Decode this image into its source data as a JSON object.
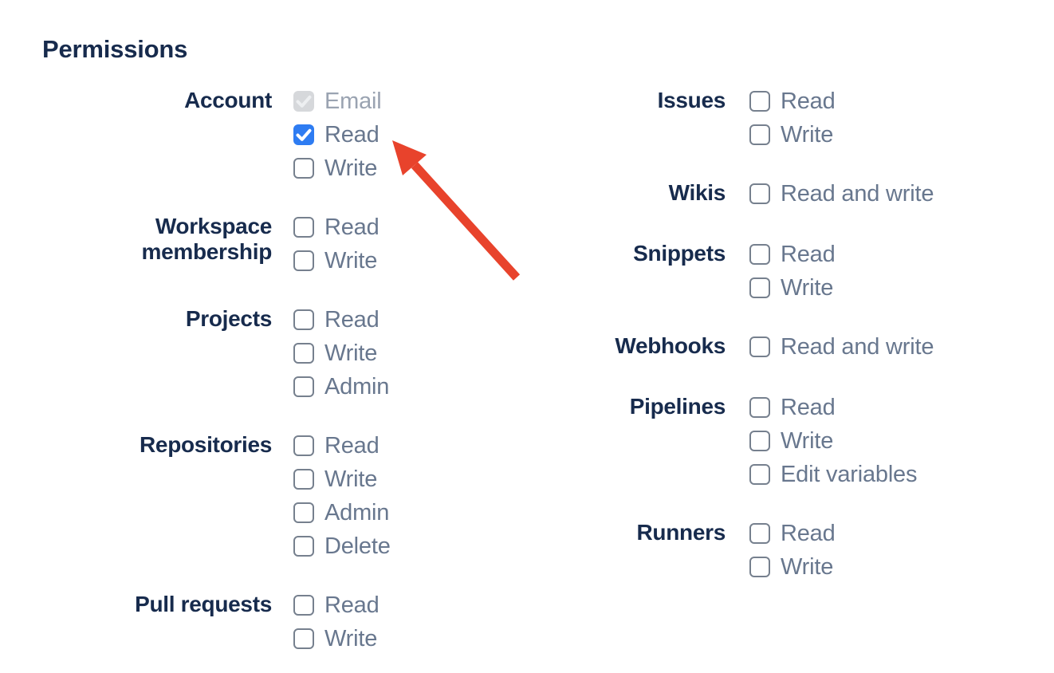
{
  "heading": "Permissions",
  "colors": {
    "background": "#FFFFFF",
    "heading_text": "#172B4D",
    "group_label_text": "#172B4D",
    "option_label_text": "#68778E",
    "disabled_label_text": "#9AA3B1",
    "checkbox_border": "#76808E",
    "checkbox_checked_bg": "#2E7CF2",
    "checkbox_check": "#FFFFFF",
    "checkbox_disabled_bg": "#D6D8DB",
    "checkbox_disabled_check": "#EDEFF1",
    "arrow": "#E8432C"
  },
  "columns": [
    {
      "side": "left",
      "groups": [
        {
          "label": "Account",
          "options": [
            {
              "label": "Email",
              "state": "disabled-checked"
            },
            {
              "label": "Read",
              "state": "checked"
            },
            {
              "label": "Write",
              "state": "unchecked"
            }
          ]
        },
        {
          "label": "Workspace membership",
          "options": [
            {
              "label": "Read",
              "state": "unchecked"
            },
            {
              "label": "Write",
              "state": "unchecked"
            }
          ]
        },
        {
          "label": "Projects",
          "options": [
            {
              "label": "Read",
              "state": "unchecked"
            },
            {
              "label": "Write",
              "state": "unchecked"
            },
            {
              "label": "Admin",
              "state": "unchecked"
            }
          ]
        },
        {
          "label": "Repositories",
          "options": [
            {
              "label": "Read",
              "state": "unchecked"
            },
            {
              "label": "Write",
              "state": "unchecked"
            },
            {
              "label": "Admin",
              "state": "unchecked"
            },
            {
              "label": "Delete",
              "state": "unchecked"
            }
          ]
        },
        {
          "label": "Pull requests",
          "options": [
            {
              "label": "Read",
              "state": "unchecked"
            },
            {
              "label": "Write",
              "state": "unchecked"
            }
          ]
        }
      ]
    },
    {
      "side": "right",
      "groups": [
        {
          "label": "Issues",
          "options": [
            {
              "label": "Read",
              "state": "unchecked"
            },
            {
              "label": "Write",
              "state": "unchecked"
            }
          ]
        },
        {
          "label": "Wikis",
          "options": [
            {
              "label": "Read and write",
              "state": "unchecked"
            }
          ]
        },
        {
          "label": "Snippets",
          "options": [
            {
              "label": "Read",
              "state": "unchecked"
            },
            {
              "label": "Write",
              "state": "unchecked"
            }
          ]
        },
        {
          "label": "Webhooks",
          "options": [
            {
              "label": "Read and write",
              "state": "unchecked"
            }
          ]
        },
        {
          "label": "Pipelines",
          "options": [
            {
              "label": "Read",
              "state": "unchecked"
            },
            {
              "label": "Write",
              "state": "unchecked"
            },
            {
              "label": "Edit variables",
              "state": "unchecked"
            }
          ]
        },
        {
          "label": "Runners",
          "options": [
            {
              "label": "Read",
              "state": "unchecked"
            },
            {
              "label": "Write",
              "state": "unchecked"
            }
          ]
        }
      ]
    }
  ],
  "annotation": {
    "icon": "red-arrow",
    "points_at": "Account Read checkbox"
  }
}
